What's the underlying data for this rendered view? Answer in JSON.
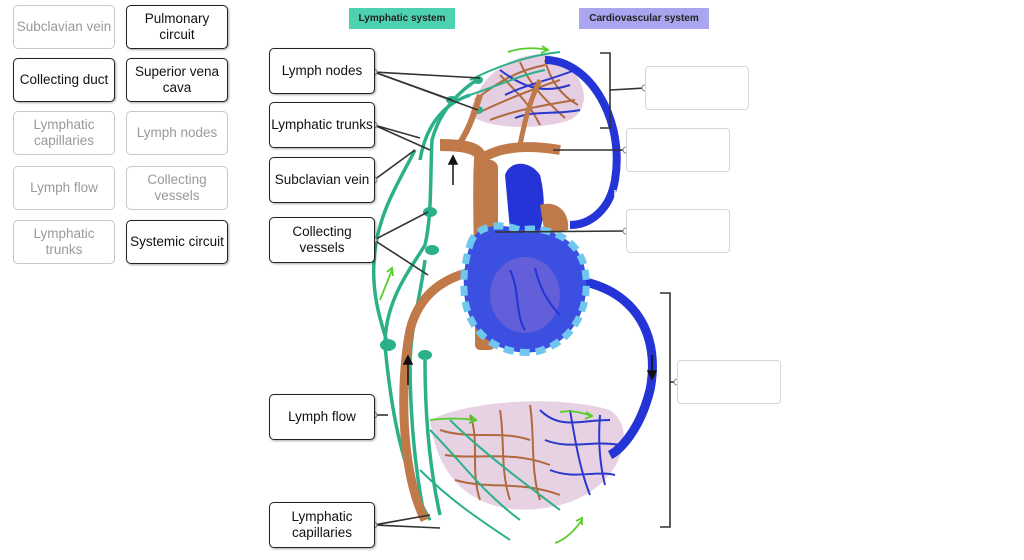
{
  "headers": {
    "lymphatic": "Lymphatic system",
    "cardiovascular": "Cardiovascular system"
  },
  "bank": [
    {
      "label": "Subclavian vein",
      "state": "used"
    },
    {
      "label": "Pulmonary circuit",
      "state": "active"
    },
    {
      "label": "Collecting duct",
      "state": "active"
    },
    {
      "label": "Superior vena cava",
      "state": "active"
    },
    {
      "label": "Lymphatic capillaries",
      "state": "used"
    },
    {
      "label": "Lymph nodes",
      "state": "used"
    },
    {
      "label": "Lymph flow",
      "state": "used"
    },
    {
      "label": "Collecting vessels",
      "state": "used"
    },
    {
      "label": "Lymphatic trunks",
      "state": "used"
    },
    {
      "label": "Systemic circuit",
      "state": "active"
    }
  ],
  "placed_labels": [
    "Lymph nodes",
    "Lymphatic trunks",
    "Subclavian vein",
    "Collecting vessels",
    "Lymph flow",
    "Lymphatic capillaries"
  ],
  "colors": {
    "lymphatic_header": "#4dd1b0",
    "cardiovascular_header": "#a9a6ef",
    "lymph": "#2bb08a",
    "artery": "#c07a4a",
    "vein": "#2434d6",
    "arrow_green": "#55cc2a"
  }
}
